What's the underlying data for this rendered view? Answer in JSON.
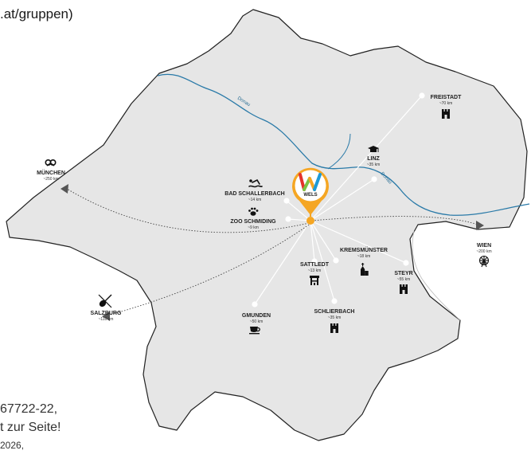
{
  "text_snippets": {
    "top": ".at/gruppen)",
    "line1": "67722-22,",
    "line2": "t zur Seite!",
    "line3": "2026,"
  },
  "center": {
    "name": "WELS"
  },
  "rivers": {
    "donau_1": "Donau",
    "donau_2": "Donau"
  },
  "places": [
    {
      "key": "freistadt",
      "name": "FREISTADT",
      "dist": "~70 km",
      "icon": "castle-icon"
    },
    {
      "key": "linz",
      "name": "LINZ",
      "dist": "~35 km",
      "icon": "graduation-cap-icon"
    },
    {
      "key": "bad_schallerbach",
      "name": "BAD SCHALLERBACH",
      "dist": "~14 km",
      "icon": "swimmer-icon"
    },
    {
      "key": "zoo_schmiding",
      "name": "ZOO SCHMIDING",
      "dist": "~9 km",
      "icon": "paw-icon"
    },
    {
      "key": "muenchen",
      "name": "MÜNCHEN",
      "dist": "~250 km",
      "icon": "pretzel-icon"
    },
    {
      "key": "wien",
      "name": "WIEN",
      "dist": "~200 km",
      "icon": "ferris-wheel-icon"
    },
    {
      "key": "kremsmuenster",
      "name": "KREMSMÜNSTER",
      "dist": "~18 km",
      "icon": "church-icon"
    },
    {
      "key": "sattledt",
      "name": "SATTLEDT",
      "dist": "~13 km",
      "icon": "highway-icon"
    },
    {
      "key": "steyr",
      "name": "STEYR",
      "dist": "~55 km",
      "icon": "castle-icon"
    },
    {
      "key": "salzburg",
      "name": "SALZBURG",
      "dist": "~110 km",
      "icon": "violin-icon"
    },
    {
      "key": "gmunden",
      "name": "GMUNDEN",
      "dist": "~50 km",
      "icon": "coffee-cup-icon"
    },
    {
      "key": "schlierbach",
      "name": "SCHLIERBACH",
      "dist": "~35 km",
      "icon": "castle-icon"
    }
  ],
  "colors": {
    "land": "#e6e6e6",
    "border": "#222222",
    "river": "#2a7aa8",
    "route": "#ffffff",
    "marker": "#f5a623",
    "logo_red": "#e4322b",
    "logo_green": "#7cc242",
    "logo_blue": "#1e9ad6",
    "logo_yellow": "#f5a623"
  }
}
